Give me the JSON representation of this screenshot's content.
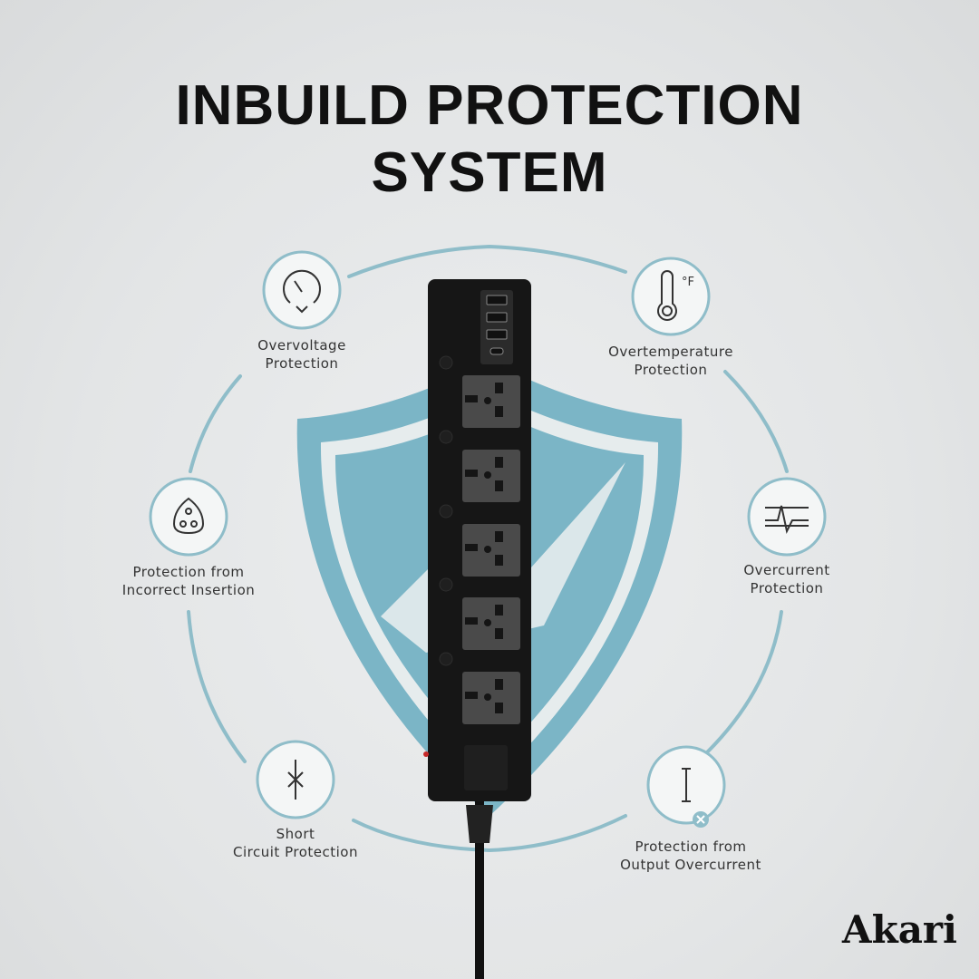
{
  "title": {
    "line1": "INBUILD PROTECTION",
    "line2": "SYSTEM"
  },
  "features": [
    {
      "id": "overvoltage",
      "line1": "Overvoltage",
      "line2": "Protection",
      "icon": "gauge-icon"
    },
    {
      "id": "overtemperature",
      "line1": "Overtemperature",
      "line2": "Protection",
      "icon": "thermometer-icon",
      "icon_text": "°F"
    },
    {
      "id": "incorrect-insertion",
      "line1": "Protection from",
      "line2": "Incorrect Insertion",
      "icon": "plug-socket-icon"
    },
    {
      "id": "overcurrent",
      "line1": "Overcurrent",
      "line2": "Protection",
      "icon": "waveform-icon"
    },
    {
      "id": "short-circuit",
      "line1": "Short",
      "line2": "Circuit Protection",
      "icon": "short-circuit-icon"
    },
    {
      "id": "output-overcurrent",
      "line1": "Protection from",
      "line2": "Output Overcurrent",
      "icon": "current-x-icon"
    }
  ],
  "brand": "Akari",
  "colors": {
    "shield": "#7bb5c6",
    "ring": "#8fbdc9",
    "strip": "#161616",
    "socket": "#4a4a4a"
  }
}
